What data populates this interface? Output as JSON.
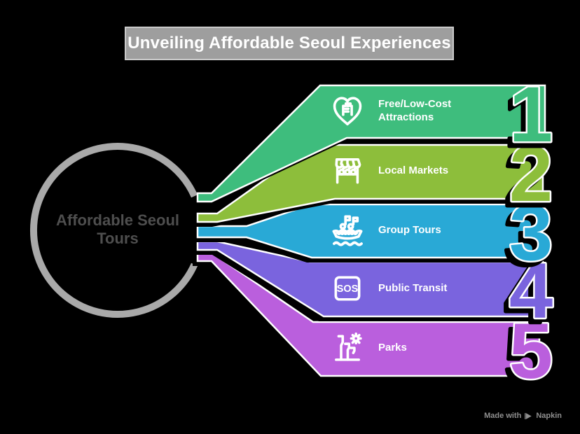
{
  "title": "Unveiling Affordable Seoul Experiences",
  "hub": {
    "label": "Affordable Seoul Tours"
  },
  "items": [
    {
      "num": "1",
      "label": "Free/Low-Cost Attractions",
      "icon": "heart-attraction-icon",
      "color": "#3EBD7D"
    },
    {
      "num": "2",
      "label": "Local Markets",
      "icon": "market-stall-icon",
      "color": "#8DBE3B"
    },
    {
      "num": "3",
      "label": "Group Tours",
      "icon": "tour-boat-icon",
      "color": "#29A9D6"
    },
    {
      "num": "4",
      "label": "Public Transit",
      "icon": "sos-sign-icon",
      "color": "#7A64DE",
      "icon_text": "SOS"
    },
    {
      "num": "5",
      "label": "Parks",
      "icon": "park-cliff-icon",
      "color": "#BA5FDD"
    }
  ],
  "colors": {
    "ring": "#A9A9A9",
    "title_background": "#9E9E9E",
    "title_border": "#CBCBCB",
    "hub_text": "#4E4E4E",
    "label_text": "#FFFFFF",
    "watermark_text": "#8F8F8F",
    "background": "#000000"
  },
  "watermark": {
    "prefix": "Made with",
    "brand": "Napkin"
  }
}
